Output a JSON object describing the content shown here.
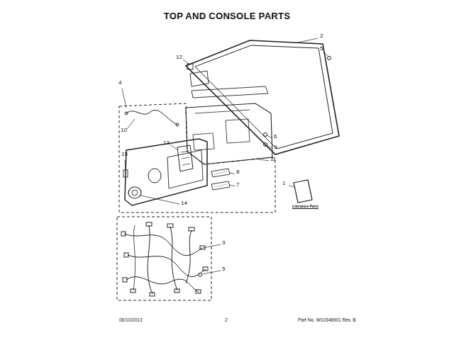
{
  "diagram": {
    "title": "TOP AND CONSOLE PARTS",
    "labels": [
      "2",
      "5",
      "12",
      "4",
      "6",
      "9",
      "11",
      "10",
      "13",
      "15",
      "8",
      "7",
      "1",
      "14",
      "3",
      "5",
      "Literature Parts",
      "06/10/2013",
      "2",
      "Part No. W10346901  Rev. B"
    ]
  }
}
